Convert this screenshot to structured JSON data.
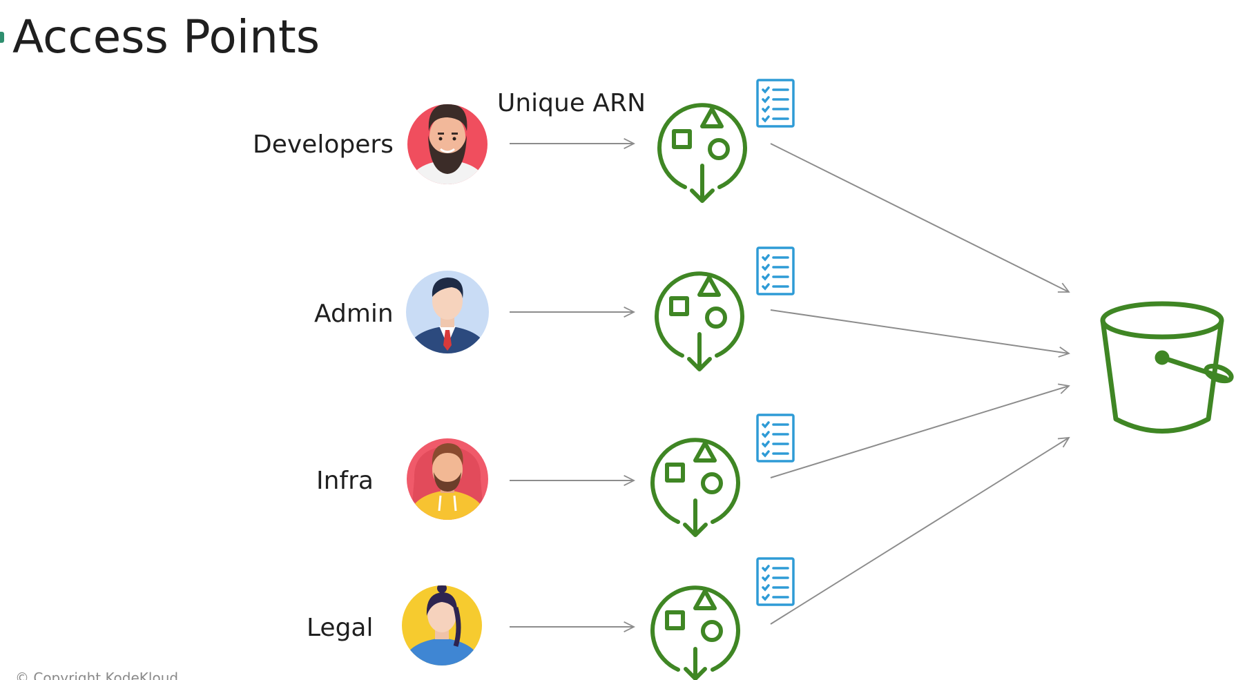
{
  "slide": {
    "title": "Access Points",
    "arn_label": "Unique ARN",
    "copyright": "© Copyright KodeKloud"
  },
  "groups": [
    {
      "label": "Developers",
      "avatar_icon": "developer-avatar-icon"
    },
    {
      "label": "Admin",
      "avatar_icon": "admin-avatar-icon"
    },
    {
      "label": "Infra",
      "avatar_icon": "infra-avatar-icon"
    },
    {
      "label": "Legal",
      "avatar_icon": "legal-avatar-icon"
    }
  ],
  "icons": {
    "access_point": "access-point-icon",
    "policy": "policy-document-icon",
    "bucket": "s3-bucket-icon"
  },
  "colors": {
    "aws_green": "#3f8624",
    "policy_blue": "#2e9bd6",
    "arrow_gray": "#8c8c8c",
    "title_accent": "#2f8f6f"
  }
}
